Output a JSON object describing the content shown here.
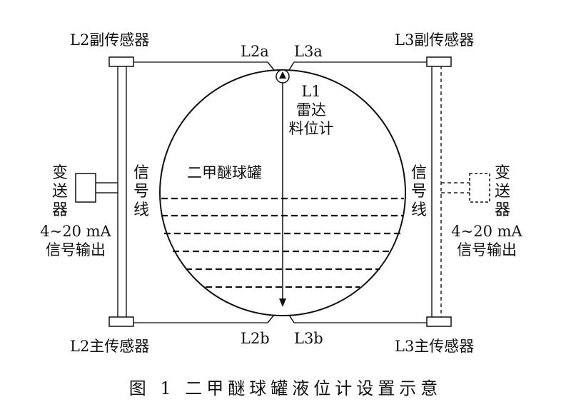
{
  "diagram": {
    "sensors": {
      "l2_aux": "L2副传感器",
      "l3_aux": "L3副传感器",
      "l2_main": "L2主传感器",
      "l3_main": "L3主传感器"
    },
    "ports": {
      "l2a": "L2a",
      "l3a": "L3a",
      "l2b": "L2b",
      "l3b": "L3b"
    },
    "radar": {
      "name": "L1",
      "line1": "雷达",
      "line2": "料位计"
    },
    "tank_label": "二甲醚球罐",
    "signal_line": [
      "信",
      "号",
      "线"
    ],
    "transmitter": [
      "变",
      "送",
      "器"
    ],
    "output_range": "4~20 mA",
    "output_label": "信号输出"
  },
  "caption": "图 1  二甲醚球罐液位计设置示意"
}
